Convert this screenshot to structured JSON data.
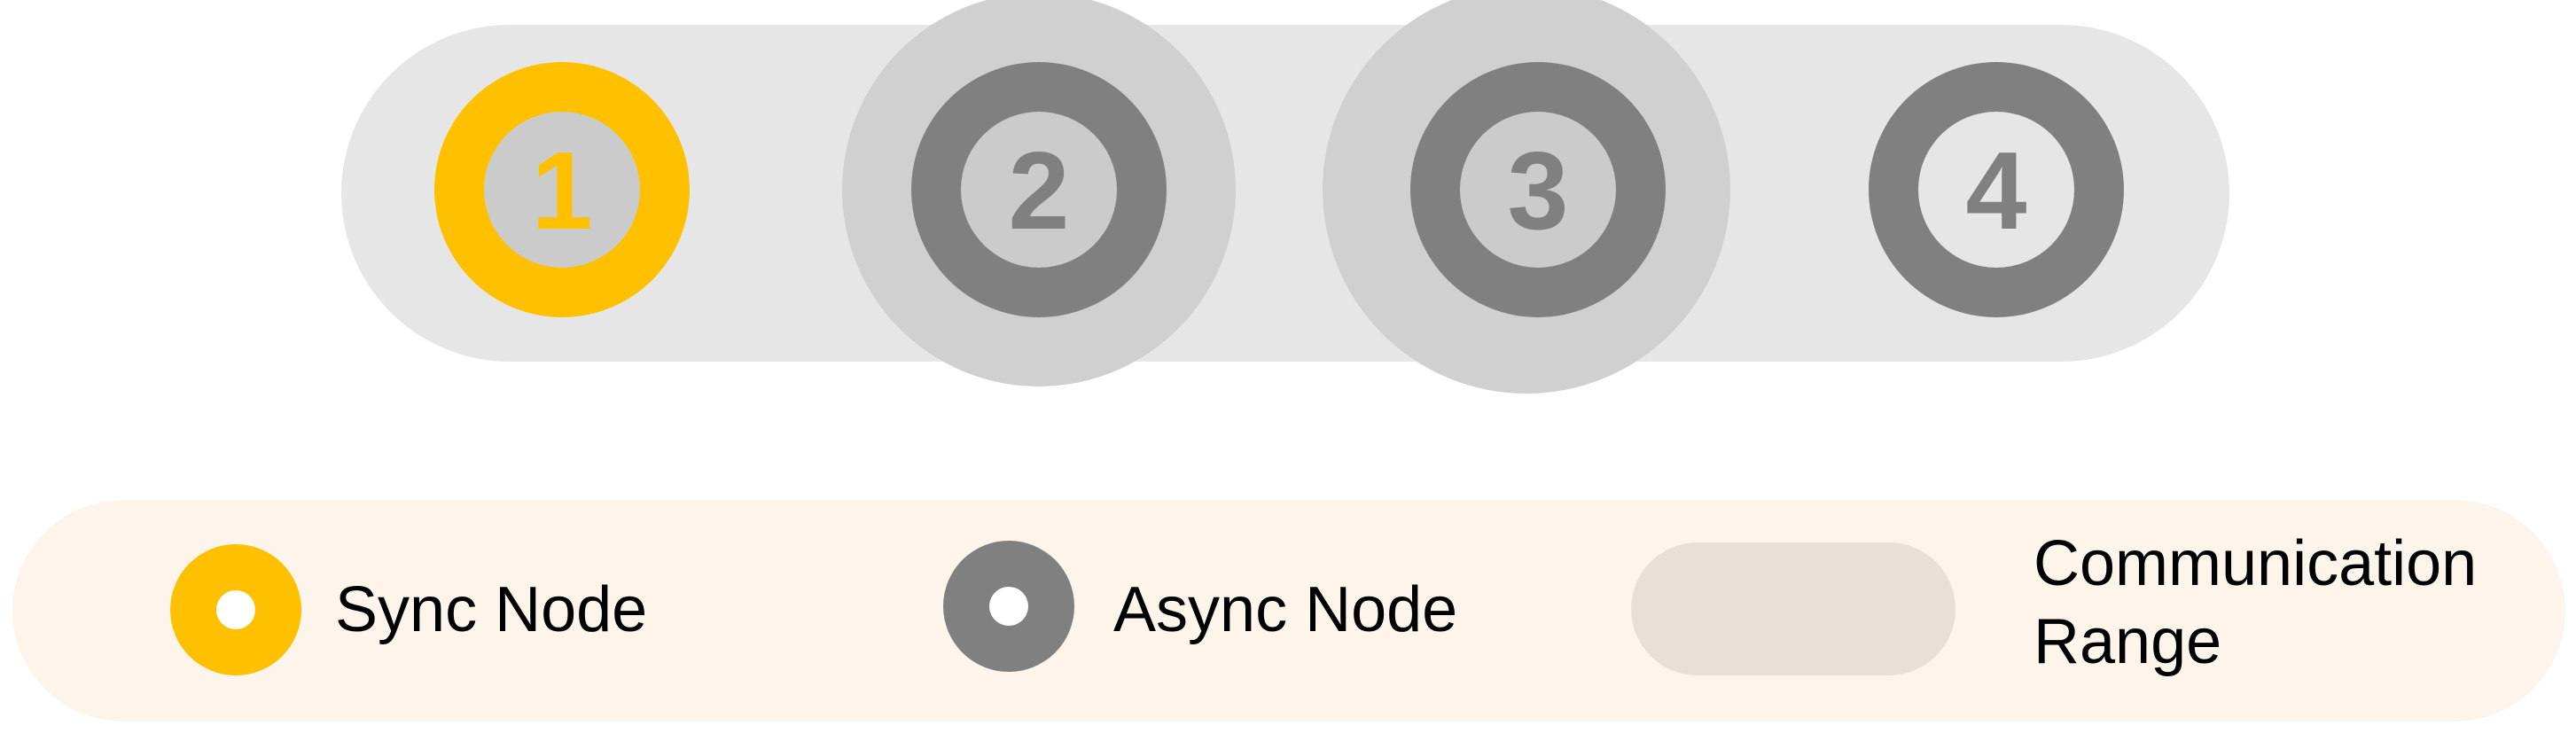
{
  "nodes": [
    {
      "label": "1",
      "kind": "sync"
    },
    {
      "label": "2",
      "kind": "async"
    },
    {
      "label": "3",
      "kind": "async"
    },
    {
      "label": "4",
      "kind": "async"
    }
  ],
  "legend": {
    "sync_label": "Sync Node",
    "async_label": "Async Node",
    "range_label_line1": "Communication",
    "range_label_line2": "Range"
  },
  "colors": {
    "sync": "#FFC000",
    "async": "#808080",
    "node_inner_fill": "#CBCBCB",
    "range_outer": "#E6E6E6",
    "range_overlap": "#D0D0D0",
    "legend_background": "#FDF5EC",
    "legend_range_swatch": "#E8E0D7"
  }
}
